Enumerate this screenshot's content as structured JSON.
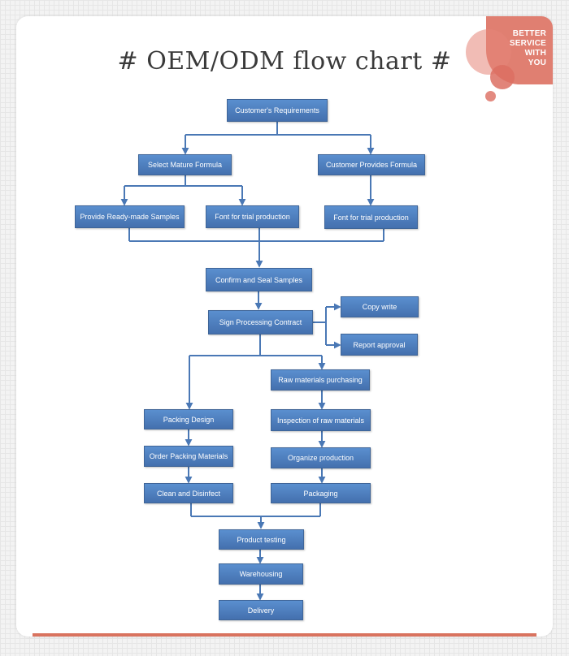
{
  "title": "# OEM/ODM flow chart #",
  "badge": {
    "lines": [
      "BETTER",
      "SERVICE",
      "WITH",
      "YOU"
    ],
    "color": "#e07f71"
  },
  "colors": {
    "node_fill": "#4f80c0",
    "node_border": "#3f6598",
    "link": "#4a78b5",
    "accent_bar": "#d9735f"
  },
  "steps": {
    "customer_requirements": "Customer's Requirements",
    "select_mature_formula": "Select Mature Formula",
    "customer_provides_formula": "Customer Provides Formula",
    "provide_samples": "Provide Ready-made Samples",
    "font_trial_left": "Font for trial production",
    "font_trial_right": "Font for trial production",
    "confirm_seal": "Confirm and Seal Samples",
    "sign_contract": "Sign Processing Contract",
    "copy_write": "Copy write",
    "report_approval": "Report approval",
    "raw_materials_purchasing": "Raw materials purchasing",
    "packing_design": "Packing Design",
    "inspection_raw": "Inspection of raw materials",
    "order_packing": "Order Packing Materials",
    "organize_production": "Organize production",
    "clean_disinfect": "Clean and Disinfect",
    "packaging": "Packaging",
    "product_testing": "Product testing",
    "warehousing": "Warehousing",
    "delivery": "Delivery"
  }
}
